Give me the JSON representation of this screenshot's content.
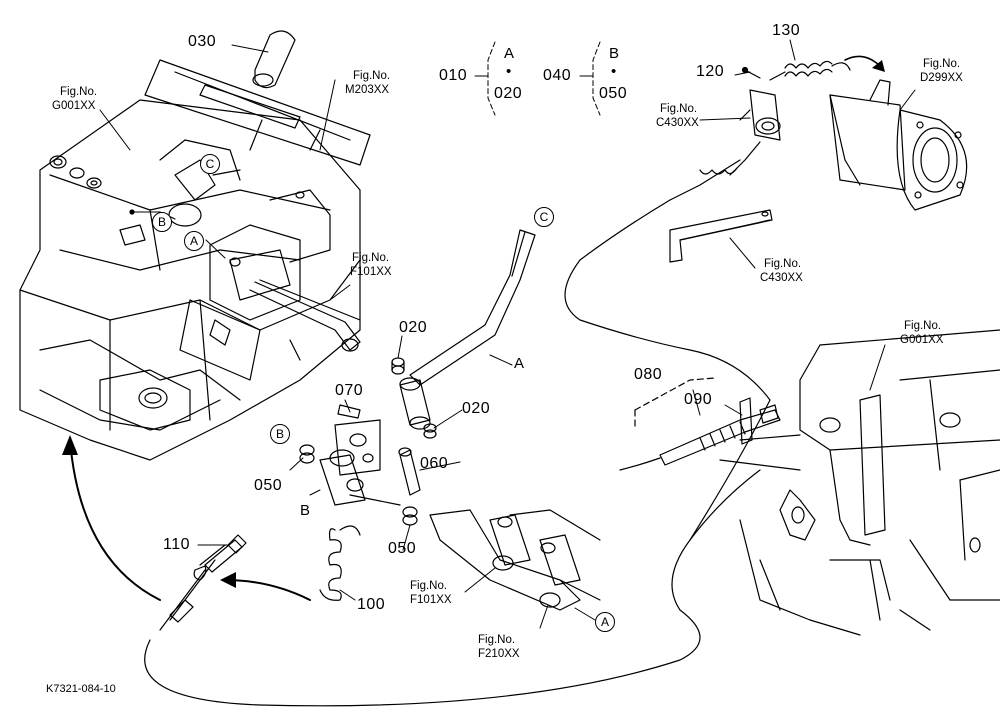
{
  "drawing_id": "K7321-084-10",
  "parts": {
    "p010": "010",
    "p020a": "020",
    "p020b": "020",
    "p020c": "020",
    "p030": "030",
    "p040": "040",
    "p050a": "050",
    "p050b": "050",
    "p050c": "050",
    "p060": "060",
    "p070": "070",
    "p080": "080",
    "p090": "090",
    "p100": "100",
    "p110": "110",
    "p120": "120",
    "p130": "130"
  },
  "figure_refs": {
    "fig_label": "Fig.No.",
    "g001_left": "G001XX",
    "g001_right": "G001XX",
    "m203": "M203XX",
    "f101_top": "F101XX",
    "f101_bottom": "F101XX",
    "f210": "F210XX",
    "c430_top": "C430XX",
    "c430_bracket": "C430XX",
    "d299": "D299XX"
  },
  "markers": {
    "A": "A",
    "B": "B",
    "C": "C"
  },
  "groups": {
    "group_010": {
      "head": "010",
      "letter": "A",
      "dot": "•",
      "child": "020"
    },
    "group_040": {
      "head": "040",
      "letter": "B",
      "dot": "•",
      "child": "050"
    }
  }
}
